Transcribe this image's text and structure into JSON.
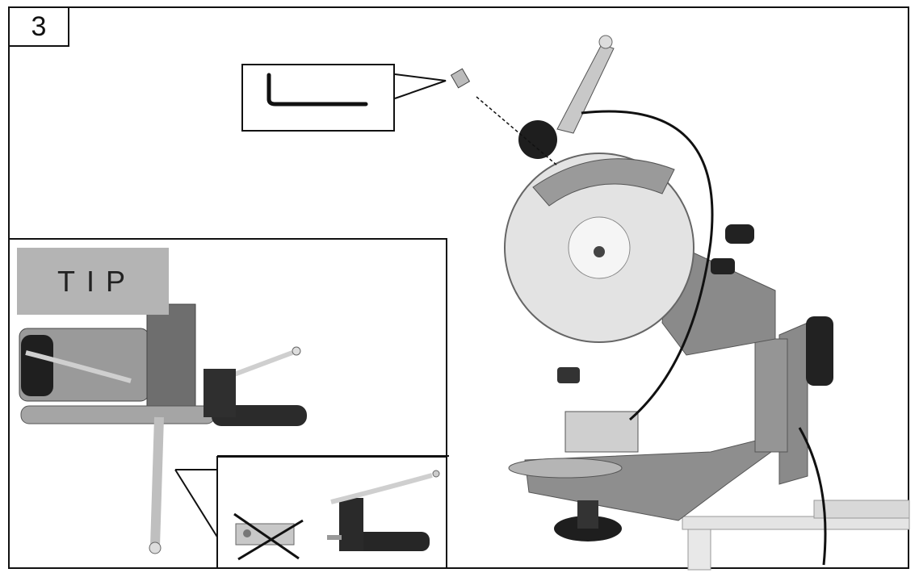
{
  "step": {
    "number": "3"
  },
  "tip": {
    "label": "TIP"
  },
  "illustration": {
    "main_photo": "chain-grinder-machine",
    "detail_callout": "hex-key-wrench-icon",
    "tip_photo": "handle-lever-attached",
    "inset_photos": [
      "wrong-mounting-crossed-out",
      "lever-handle-correct"
    ]
  },
  "colors": {
    "metal": "#8c8c8c",
    "dark": "#1e1e1e",
    "light": "#d9d9d9",
    "frame": "#111111"
  }
}
